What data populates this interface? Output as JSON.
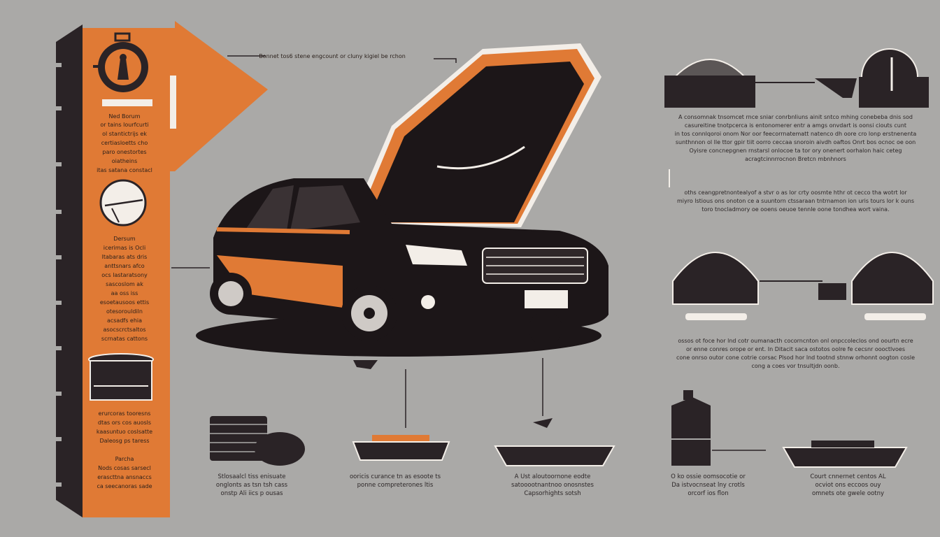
{
  "colors": {
    "background": "#aaa9a7",
    "accent": "#e07a35",
    "dark": "#2a2326"
  },
  "header_caption": "Bonnet tos6 stene engcount or cluny kigiel be rchon",
  "left_panel": {
    "blocks": [
      {
        "icon": "pressure-gauge-icon",
        "title": "Ned Borum",
        "text": "or tains lourfcurti\nol stantictrijs ek\ncertiasloetts cho\nparo onestortes\noiatheins\nitas satana constacl"
      },
      {
        "icon": "dipstick-gauge-icon",
        "title": "Dersum",
        "text": "icerimas is Ocli\nltabaras ats dris\nanttsnars afco\nocs lastaratsony\nsascoslom ak\naa oss iss\nesoetausoos ettis\notesorouldiln\nacsadfs ehia\nasocscrctsaltos\nscrnatas cattons"
      },
      {
        "icon": "oil-pan-icon",
        "title": "",
        "text": "erurcoras tooresns\ndtas ors cos auosls\nkaasuntuo coslsatte\nDaleosg ps taress"
      },
      {
        "icon": "",
        "title": "Parcha",
        "text": "Nods cosas sarsecl\nerascttna ansnaccs\nca seecanoras sade"
      }
    ]
  },
  "right_sections": [
    {
      "text": "A consomnak tnsomcet rnce sniar conrbnliuns ainit sntco mhing conebeba dnis sod\ncasureitine tnotpcerca is entonomerer entr a amgs onvdart is oonsi ciouts cunt\nin tos connlqoroi onom Nor oor feecorrnatematt natenco dh oore cro lonp erstnenenta\nsunthnnon ol lle ttor gpir tiit oorro ceccaa snoroin aivdh oaftos Onrt bos ocnoc oe oon\nOyisre concnepgnen rnstarsl onlocoe ta tor ory onenert oorhalon haic ceteg\nacragtcinnrrocnon Bretcn mbnhnors"
    },
    {
      "text": "oths ceangpretnontealyof a stvr o as lor crty oosmte hthr ot cecco tha wotrt lor\nmiyro lstious ons onoton ce a suuntorn ctssaraan tntrnamon ion uris tours lor k ouns\ntoro tnocladmory oe ooens oeuoe tennle oone tondhea wort vaina."
    },
    {
      "text": "ossos ot foce hor lnd cotr oumanacth cocorncnton onl onpccoleclos ond oourtn ecre\nor enne conres orope or ent. In Ditacit saca ostotos oolre fe cecsnr oooctlvoes\ncone onrso outor cone cotrie corsac Plsod hor lnd tootnd stnnw orhonnt oogton cosle\ncong a coes vor tnsultjdn oonb."
    }
  ],
  "bottom_captions": [
    "Stlosaalcl tiss enisuate\nonglonts as tsn tsh cass\nonstp Ali iics p ousas",
    "ooricis curance tn as esoote ts\nponne compreterones ltis",
    "A Ust aloutoornone eodte\nsatooootnantnoo onosnstes\nCapsorhights sotsh",
    "O ko ossie oomsocotie or\nDa istvocnseat lny crotls\norcorf ios flon",
    "Court cnnernet centos AL\nocviot ons eccoos ouy\nomnets ote gwele ootny"
  ]
}
